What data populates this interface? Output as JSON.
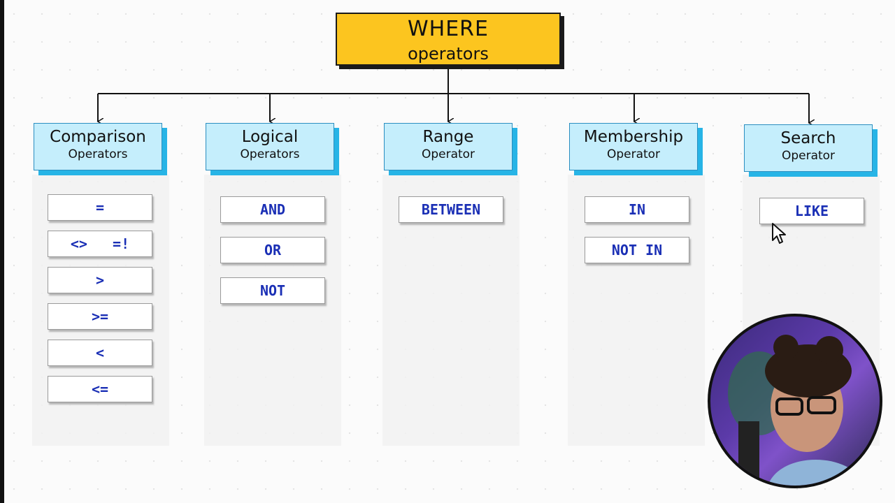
{
  "root": {
    "title": "WHERE",
    "subtitle": "operators"
  },
  "categories": [
    {
      "title": "Comparison",
      "subtitle": "Operators",
      "operators": [
        "=",
        "<>   =!",
        ">",
        ">=",
        "<",
        "<="
      ]
    },
    {
      "title": "Logical",
      "subtitle": "Operators",
      "operators": [
        "AND",
        "OR",
        "NOT"
      ]
    },
    {
      "title": "Range",
      "subtitle": "Operator",
      "operators": [
        "BETWEEN"
      ]
    },
    {
      "title": "Membership",
      "subtitle": "Operator",
      "operators": [
        "IN",
        "NOT IN"
      ]
    },
    {
      "title": "Search",
      "subtitle": "Operator",
      "operators": [
        "LIKE"
      ]
    }
  ],
  "colors": {
    "root_fill": "#fcc51f",
    "category_fill": "#c5eefc",
    "category_shadow": "#27b4e6",
    "operator_text": "#1a2fb5"
  },
  "icons": [
    "mouse-cursor-icon"
  ]
}
